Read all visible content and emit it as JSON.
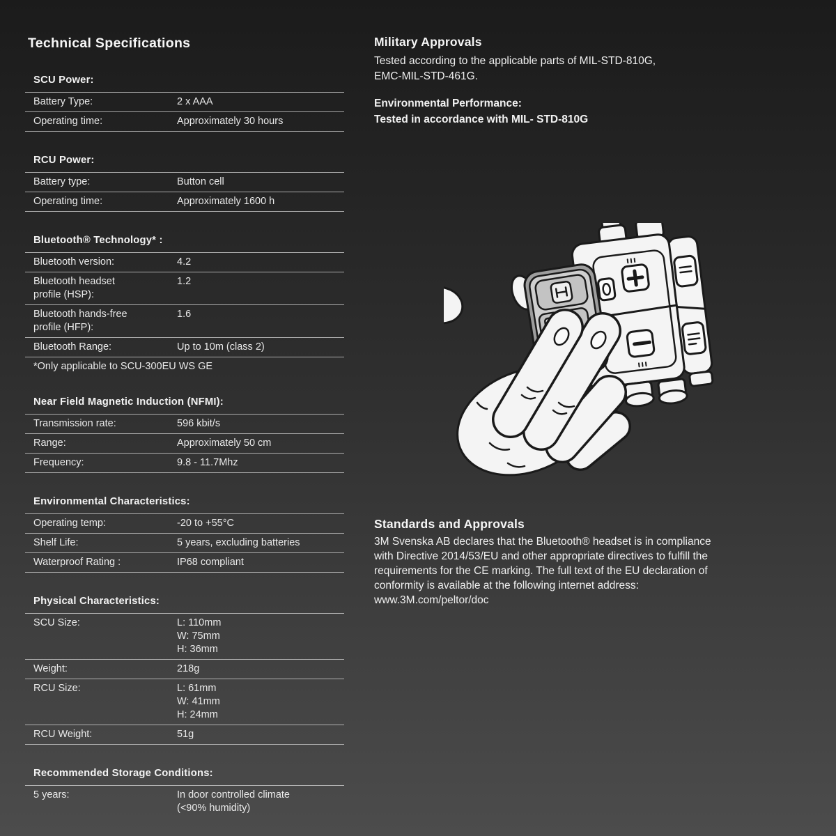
{
  "colors": {
    "background_top": "#1b1b1b",
    "background_bottom": "#4c4c4c",
    "text": "#ececec",
    "heading_text": "#f6f6f6",
    "rule": "#cdcdcd",
    "illustration_line": "#1a1a1a",
    "illustration_fill": "#f4f4f4",
    "remote_body": "#9d9d9d"
  },
  "left": {
    "title": "Technical Specifications",
    "sections": [
      {
        "heading": "SCU Power:",
        "rows": [
          {
            "label": "Battery Type:",
            "value": "2 x AAA"
          },
          {
            "label": "Operating time:",
            "value": "Approximately 30 hours"
          }
        ]
      },
      {
        "heading": "RCU Power:",
        "rows": [
          {
            "label": "Battery type:",
            "value": "Button cell"
          },
          {
            "label": "Operating time:",
            "value": "Approximately 1600 h"
          }
        ]
      },
      {
        "heading": "Bluetooth® Technology* :",
        "rows": [
          {
            "label": "Bluetooth version:",
            "value": "4.2"
          },
          {
            "label": "Bluetooth headset\nprofile (HSP):",
            "value": "1.2"
          },
          {
            "label": "Bluetooth hands-free\nprofile (HFP):",
            "value": "1.6"
          },
          {
            "label": "Bluetooth Range:",
            "value": "Up to 10m (class 2)"
          }
        ],
        "footnote": "*Only applicable to SCU-300EU WS GE"
      },
      {
        "heading": "Near Field Magnetic Induction (NFMI):",
        "rows": [
          {
            "label": "Transmission rate:",
            "value": "596 kbit/s"
          },
          {
            "label": "Range:",
            "value": "Approximately 50 cm"
          },
          {
            "label": "Frequency:",
            "value": "9.8 - 11.7Mhz"
          }
        ]
      },
      {
        "heading": "Environmental Characteristics:",
        "rows": [
          {
            "label": "Operating temp:",
            "value": "-20 to +55°C"
          },
          {
            "label": "Shelf Life:",
            "value": "5 years, excluding batteries"
          },
          {
            "label": "Waterproof Rating :",
            "value": "IP68 compliant"
          }
        ]
      },
      {
        "heading": "Physical Characteristics:",
        "rows": [
          {
            "label": "SCU Size:",
            "value": "L: 110mm\nW: 75mm\nH: 36mm"
          },
          {
            "label": "Weight:",
            "value": "218g"
          },
          {
            "label": "RCU Size:",
            "value": "L: 61mm\nW: 41mm\nH: 24mm"
          },
          {
            "label": "RCU Weight:",
            "value": "51g"
          }
        ]
      },
      {
        "heading": "Recommended Storage Conditions:",
        "rows": [
          {
            "label": "5 years:",
            "value": "In door controlled climate\n(<90% humidity)"
          }
        ]
      }
    ]
  },
  "right": {
    "military": {
      "title": "Military Approvals",
      "body": "Tested according to the applicable parts of MIL-STD-810G,\nEMC-MIL-STD-461G."
    },
    "environmental": {
      "line1": "Environmental Performance:",
      "line2": "Tested in accordance with  MIL- STD-810G"
    },
    "illustration": {
      "description": "hand holding RCU remote control in front of SCU control unit"
    },
    "standards": {
      "title": "Standards and Approvals",
      "body": "3M Svenska AB declares that the Bluetooth® headset is in compliance\nwith Directive 2014/53/EU and other appropriate directives to fulfill the\nrequirements for the CE marking. The full text of the EU declaration of\nconformity is available at the following internet address:\nwww.3M.com/peltor/doc"
    }
  }
}
